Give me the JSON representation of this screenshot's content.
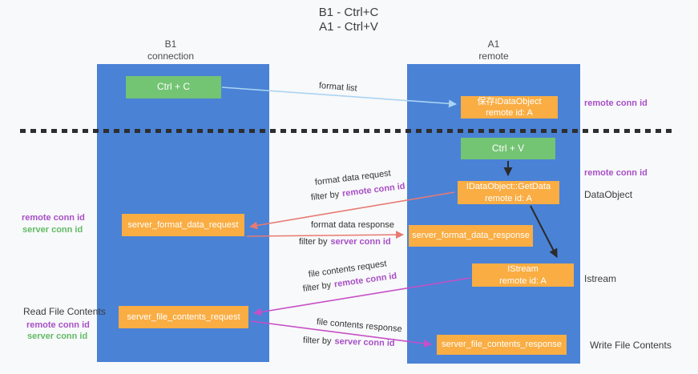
{
  "title": {
    "line1": "B1 - Ctrl+C",
    "line2": "A1 - Ctrl+V"
  },
  "lanes": {
    "left": {
      "header_line1": "B1",
      "header_line2": "connection"
    },
    "right": {
      "header_line1": "A1",
      "header_line2": "remote"
    }
  },
  "boxes": {
    "ctrl_c": {
      "label": "Ctrl + C"
    },
    "save_idataobject": {
      "line1": "保存IDataObject",
      "line2": "remote id: A"
    },
    "ctrl_v": {
      "label": "Ctrl + V"
    },
    "getdata": {
      "line1": "IDataObject::GetData",
      "line2": "remote id: A"
    },
    "format_request": {
      "label": "server_format_data_request"
    },
    "format_response": {
      "label": "server_format_data_response"
    },
    "istream": {
      "line1": "IStream",
      "line2": "remote id: A"
    },
    "file_request": {
      "label": "server_file_contents_request"
    },
    "file_response": {
      "label": "server_file_contents_response"
    }
  },
  "labels": {
    "format_list": "format list",
    "format_data_request": "format data request",
    "format_data_response": "format data response",
    "file_contents_request": "file contents request",
    "file_contents_response": "file contents response",
    "filter_by": "filter by",
    "remote_conn_id": "remote conn id",
    "server_conn_id": "server conn id",
    "dataobject": "DataObject",
    "istream": "Istream",
    "read_file_contents": "Read File Contents",
    "write_file_contents": "Write File Contents"
  },
  "colors": {
    "background": "#f8f9fa",
    "lane_blue": "#4a82d6",
    "box_green": "#73c473",
    "box_orange": "#f9ad43",
    "purple_label": "#a74fc6",
    "green_label": "#62bb66",
    "arrow_lightblue": "#aad4f2",
    "arrow_salmon": "#e87a72",
    "arrow_magenta": "#c74fc7",
    "arrow_black": "#2b2b2b",
    "dash_line": "#2e2e2e"
  }
}
